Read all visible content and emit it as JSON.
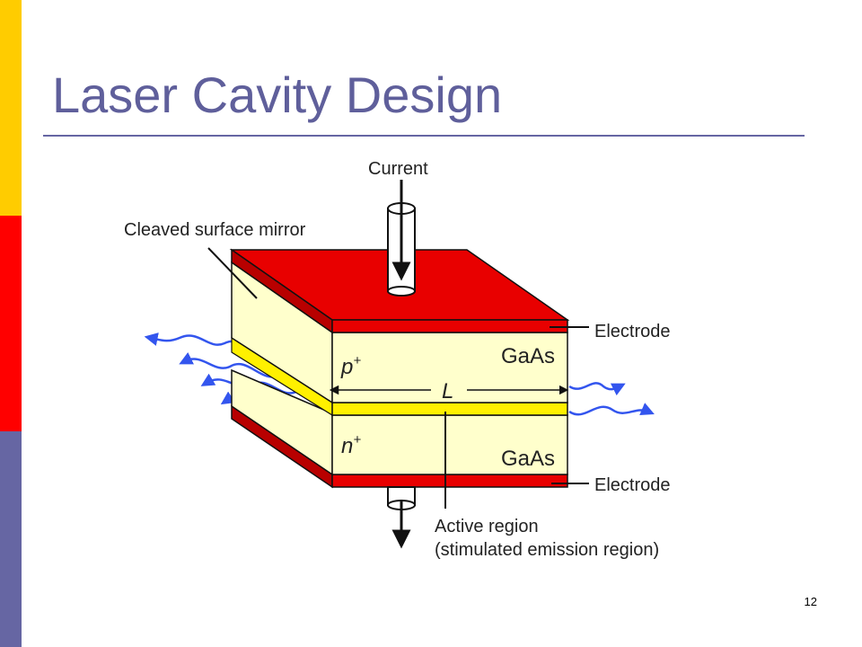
{
  "slide": {
    "title": "Laser Cavity Design",
    "page_number": "12"
  },
  "diagram": {
    "current_label": "Current",
    "mirror_label": "Cleaved surface mirror",
    "electrode_top_label": "Electrode",
    "electrode_bottom_label": "Electrode",
    "p_region_label": "p",
    "p_region_sup": "+",
    "n_region_label": "n",
    "n_region_sup": "+",
    "p_material_label": "GaAs",
    "n_material_label": "GaAs",
    "length_label": "L",
    "active_region_label": "Active region",
    "active_region_sublabel": "(stimulated emission region)"
  },
  "colors": {
    "sidebar_top": "#FFCC00",
    "sidebar_middle": "#FF0000",
    "sidebar_bottom": "#6666A3",
    "title": "#5F5F9B",
    "title_rule": "#6666A3",
    "electrode": "#E80000",
    "semiconductor": "#FFFFCC",
    "active_layer": "#FFF000",
    "emission": "#3355EE"
  }
}
